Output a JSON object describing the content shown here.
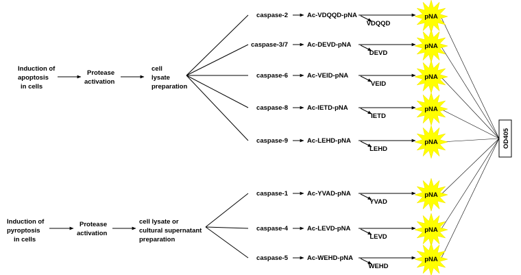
{
  "apoptosis": {
    "induction_lines": [
      "Induction of",
      "apoptosis",
      "in cells"
    ],
    "activation_lines": [
      "Protease",
      "activation"
    ],
    "preparation_lines": [
      "cell",
      "lysate",
      "preparation"
    ],
    "caspases": [
      {
        "name": "caspase-2",
        "substrate": "Ac-VDQQD-pNA",
        "peptide": "VDQQD",
        "product": "pNA"
      },
      {
        "name": "caspase-3/7",
        "substrate": "Ac-DEVD-pNA",
        "peptide": "DEVD",
        "product": "pNA"
      },
      {
        "name": "caspase-6",
        "substrate": "Ac-VEID-pNA",
        "peptide": "VEID",
        "product": "pNA"
      },
      {
        "name": "caspase-8",
        "substrate": "Ac-IETD-pNA",
        "peptide": "IETD",
        "product": "pNA"
      },
      {
        "name": "caspase-9",
        "substrate": "Ac-LEHD-pNA",
        "peptide": "LEHD",
        "product": "pNA"
      }
    ]
  },
  "pyroptosis": {
    "induction_lines": [
      "Induction of",
      "pyroptosis",
      "in cells"
    ],
    "activation_lines": [
      "Protease",
      "activation"
    ],
    "preparation_lines": [
      "cell lysate or",
      "cultural supernatant",
      "preparation"
    ],
    "caspases": [
      {
        "name": "caspase-1",
        "substrate": "Ac-YVAD-pNA",
        "peptide": "YVAD",
        "product": "pNA"
      },
      {
        "name": "caspase-4",
        "substrate": "Ac-LEVD-pNA",
        "peptide": "LEVD",
        "product": "pNA"
      },
      {
        "name": "caspase-5",
        "substrate": "Ac-WEHD-pNA",
        "peptide": "WEHD",
        "product": "pNA"
      }
    ]
  },
  "readout": {
    "label": "OD405"
  },
  "colors": {
    "star_fill": "#ffff00",
    "line": "#000000"
  }
}
